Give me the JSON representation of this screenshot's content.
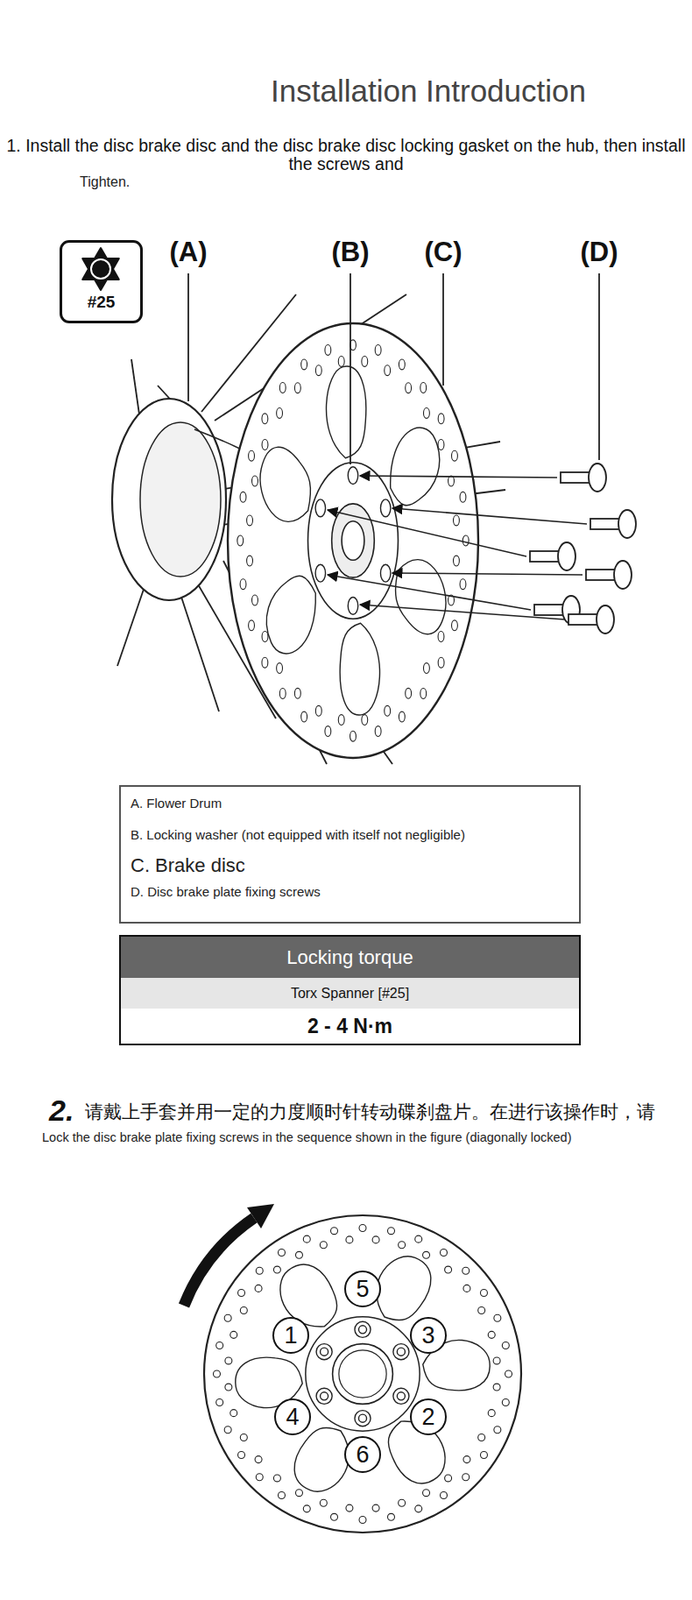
{
  "diagram": {
    "title": "Installation Introduction",
    "nodes": [
      {
        "text": [
          "#25"
        ]
      },
      {
        "text": [
          "A. Flower Drum",
          "B. Locking washer (not equipped with itself not negligible)",
          "C. Brake disc",
          "D. Disc brake plate fixing screws"
        ]
      },
      {
        "text": [
          "Locking torque"
        ]
      },
      {
        "text": [
          "Torx Spanner [#25]"
        ]
      },
      {
        "text": [
          "2 - 4 N·m"
        ]
      },
      {
        "text": [
          "5"
        ]
      },
      {
        "text": [
          "1"
        ]
      },
      {
        "text": [
          "3"
        ]
      },
      {
        "text": [
          "4"
        ]
      },
      {
        "text": [
          "2"
        ]
      },
      {
        "text": [
          "6"
        ]
      }
    ],
    "labels": [
      "1. Install the disc brake disc and the disc brake disc locking gasket on the hub, then install the screws and",
      "Tighten.",
      "(A)",
      "(B)",
      "(C)",
      "(D)",
      "2.",
      "请戴上手套并用一定的力度顺时针转动碟刹盘片。在进行该操作时，请",
      "Lock the disc brake plate fixing screws in the sequence shown in the figure (diagonally locked)"
    ]
  }
}
